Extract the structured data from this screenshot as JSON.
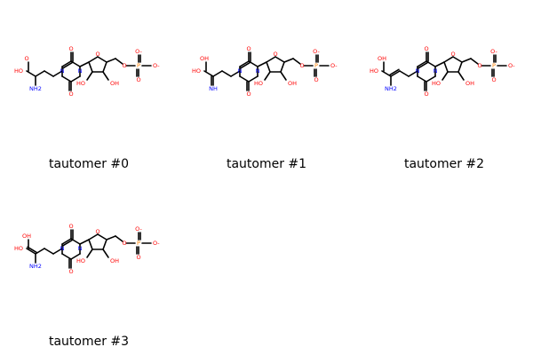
{
  "colors": {
    "carbon": "#000000",
    "nitrogen": "#0000ff",
    "oxygen": "#ff0000",
    "phosphorus": "#ff8000"
  },
  "tautomers": [
    {
      "caption": "tautomer #0",
      "labels": {
        "acid_o": "O",
        "acid_oh": "HO",
        "amine": "NH2"
      }
    },
    {
      "caption": "tautomer #1",
      "labels": {
        "acid_o": "OH",
        "acid_oh": "HO",
        "amine": "NH"
      }
    },
    {
      "caption": "tautomer #2",
      "labels": {
        "acid_o": "OH",
        "acid_oh": "HO",
        "amine": "NH2"
      }
    },
    {
      "caption": "tautomer #3",
      "labels": {
        "acid_o": "OH",
        "acid_oh": "HO",
        "amine": "NH2"
      }
    }
  ],
  "common_labels": {
    "ring_o_top": "O",
    "ring_o_bottom": "O",
    "n3": "N",
    "n1": "N",
    "furan_o": "O",
    "oh_left": "HO",
    "oh_right": "OH",
    "o_link": "O",
    "p": "P",
    "po_top": "O-",
    "po_right": "O-",
    "po_bottom": "O"
  }
}
